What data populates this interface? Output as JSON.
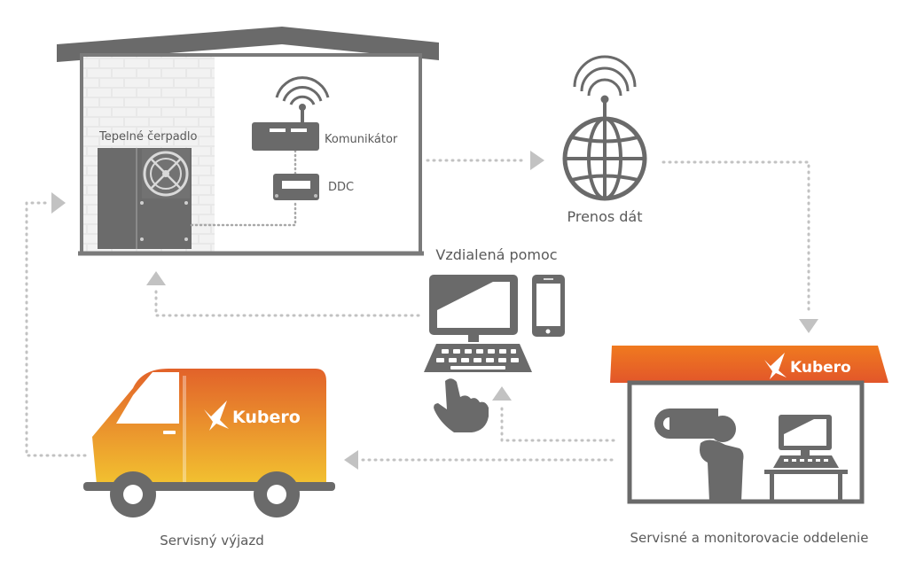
{
  "labels": {
    "heat_pump": "Tepelné čerpadlo",
    "communicator": "Komunikátor",
    "ddc": "DDC",
    "data_transfer": "Prenos dát",
    "remote_help": "Vzdialená pomoc",
    "service_trip": "Servisný výjazd",
    "service_department": "Servisné a monitorovacie oddelenie"
  },
  "brand": {
    "van_logo": "Kubero",
    "building_logo": "Kubero"
  },
  "colors": {
    "accent_orange": "#e2622a",
    "accent_yellow": "#f2c230",
    "dark_gray": "#666666",
    "flow_gray": "#c2c2c2"
  },
  "icons": [
    "house",
    "heat-pump",
    "communicator-router",
    "ddc-controller",
    "globe-antenna",
    "desktop-computer",
    "smartphone",
    "keyboard",
    "hand-pointer",
    "service-van",
    "service-building",
    "person-binoculars",
    "monitor-desk"
  ]
}
